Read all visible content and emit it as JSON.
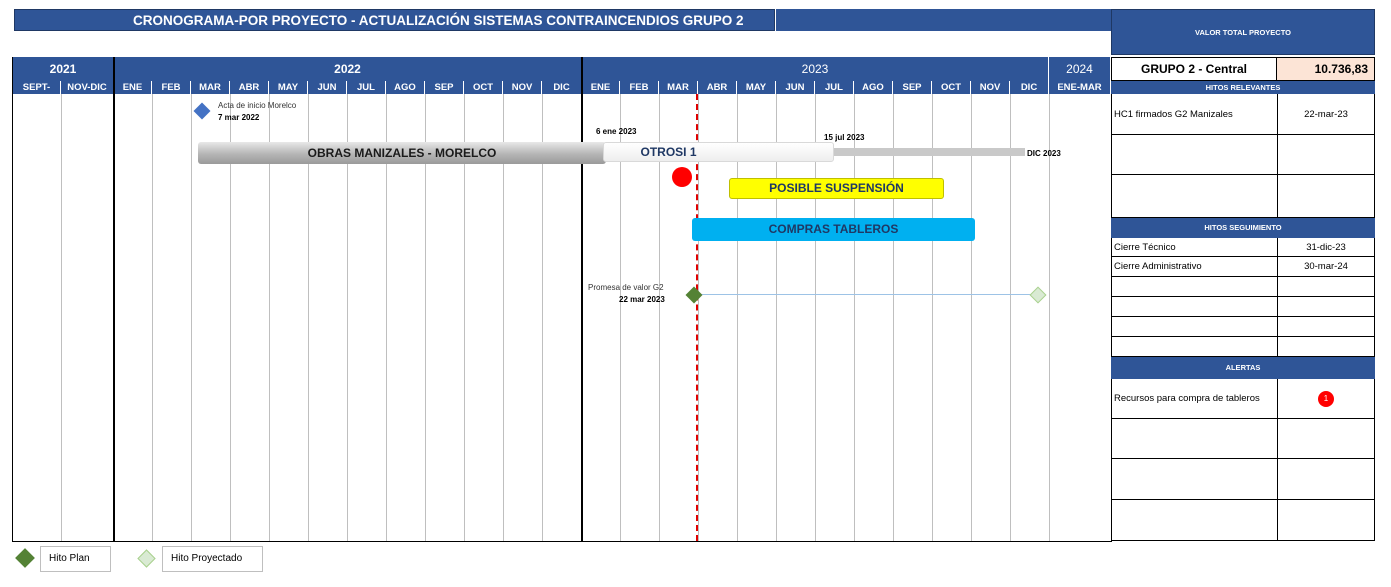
{
  "header": {
    "title": "CRONOGRAMA-POR PROYECTO  - ACTUALIZACIÓN SISTEMAS CONTRAINCENDIOS GRUPO 2"
  },
  "timeline": {
    "years": [
      {
        "label": "2021"
      },
      {
        "label": "2022"
      },
      {
        "label": "2023"
      },
      {
        "label": "2024"
      }
    ],
    "months": [
      "SEPT-OCT",
      "NOV-DIC",
      "ENE",
      "FEB",
      "MAR",
      "ABR",
      "MAY",
      "JUN",
      "JUL",
      "AGO",
      "SEP",
      "OCT",
      "NOV",
      "DIC",
      "ENE",
      "FEB",
      "MAR",
      "ABR",
      "MAY",
      "JUN",
      "JUL",
      "AGO",
      "SEP",
      "OCT",
      "NOV",
      "DIC",
      "ENE-MAR"
    ]
  },
  "milestones": {
    "acta_label": "Acta de inicio Morelco",
    "acta_date": "7 mar 2022",
    "otrosi_start": "6 ene 2023",
    "otrosi_end": "15 jul 2023",
    "dic_label": "DIC 2023",
    "promesa_label": "Promesa de valor G2",
    "promesa_date": "22 mar 2023"
  },
  "bars": {
    "obras": "OBRAS MANIZALES - MORELCO",
    "otrosi": "OTROSI 1",
    "suspension": "POSIBLE SUSPENSIÓN",
    "compras": "COMPRAS TABLEROS"
  },
  "panel": {
    "valor_header": "VALOR TOTAL PROYECTO",
    "grupo_label": "GRUPO 2 - Central",
    "grupo_value": "10.736,83",
    "hitos_relevantes_header": "HITOS RELEVANTES",
    "hitos_relevantes": [
      {
        "label": "HC1 firmados G2 Manizales",
        "date": "22-mar-23"
      },
      {
        "label": "",
        "date": ""
      },
      {
        "label": "",
        "date": ""
      }
    ],
    "hitos_seguimiento_header": "HITOS SEGUIMIENTO",
    "hitos_seguimiento": [
      {
        "label": "Cierre Técnico",
        "date": "31-dic-23"
      },
      {
        "label": "Cierre Administrativo",
        "date": "30-mar-24"
      },
      {
        "label": "",
        "date": ""
      },
      {
        "label": "",
        "date": ""
      },
      {
        "label": "",
        "date": ""
      },
      {
        "label": "",
        "date": ""
      }
    ],
    "alertas_header": "ALERTAS",
    "alertas": [
      {
        "label": "Recursos para compra de tableros",
        "badge": "1"
      },
      {
        "label": "",
        "badge": ""
      },
      {
        "label": "",
        "badge": ""
      },
      {
        "label": "",
        "badge": ""
      }
    ]
  },
  "legend": {
    "plan": "Hito Plan",
    "projected": "Hito Proyectado"
  },
  "colors": {
    "header_blue": "#2f5597",
    "plan_green": "#548235",
    "projected_green": "#c5e0b4",
    "alert_red": "#ff0000",
    "suspension_yellow": "#ffff00",
    "compras_blue": "#00b0f0",
    "value_bg": "#fce4d6"
  }
}
